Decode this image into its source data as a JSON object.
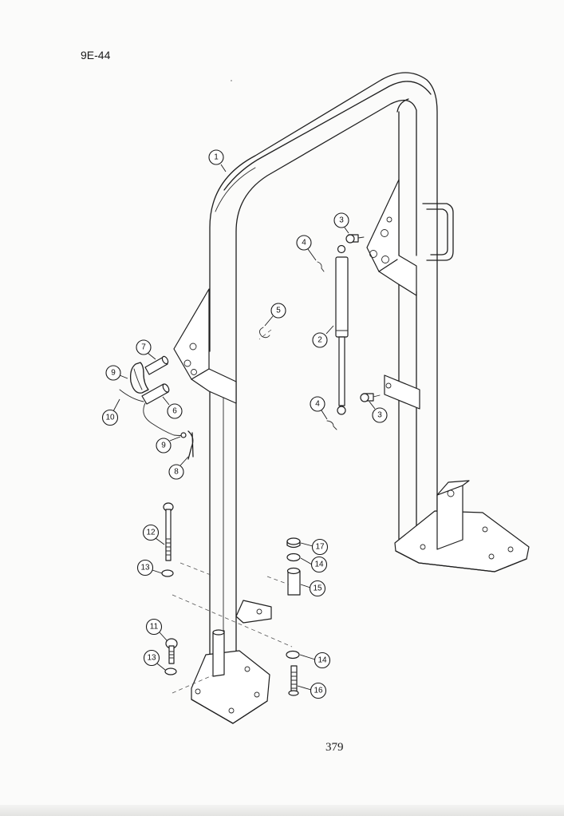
{
  "header": {
    "figure_code": "9E-44"
  },
  "footer": {
    "page_number": "379"
  },
  "callouts": [
    {
      "id": "c1",
      "label": "1"
    },
    {
      "id": "c2",
      "label": "2"
    },
    {
      "id": "c3a",
      "label": "3"
    },
    {
      "id": "c3b",
      "label": "3"
    },
    {
      "id": "c4a",
      "label": "4"
    },
    {
      "id": "c4b",
      "label": "4"
    },
    {
      "id": "c5",
      "label": "5"
    },
    {
      "id": "c6",
      "label": "6"
    },
    {
      "id": "c7",
      "label": "7"
    },
    {
      "id": "c8",
      "label": "8"
    },
    {
      "id": "c9a",
      "label": "9"
    },
    {
      "id": "c9b",
      "label": "9"
    },
    {
      "id": "c10",
      "label": "10"
    },
    {
      "id": "c11",
      "label": "11"
    },
    {
      "id": "c12",
      "label": "12"
    },
    {
      "id": "c13a",
      "label": "13"
    },
    {
      "id": "c13b",
      "label": "13"
    },
    {
      "id": "c14a",
      "label": "14"
    },
    {
      "id": "c14b",
      "label": "14"
    },
    {
      "id": "c15",
      "label": "15"
    },
    {
      "id": "c16",
      "label": "16"
    },
    {
      "id": "c17",
      "label": "17"
    }
  ]
}
